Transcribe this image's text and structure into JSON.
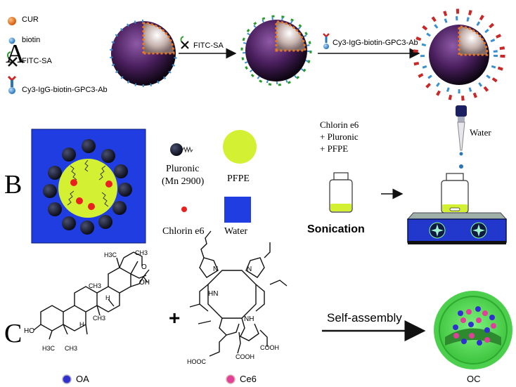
{
  "panel_a": {
    "letter": "A",
    "legend": {
      "cur": "CUR",
      "biotin": "biotin",
      "fitc_sa": "FITC-SA",
      "antibody": "Cy3-IgG-biotin-GPC3-Ab"
    },
    "arrow1_label": "FITC-SA",
    "arrow2_label": "Cy3-IgG-biotin-GPC3-Ab",
    "colors": {
      "cur": "#e87722",
      "biotin": "#3a8fd0",
      "sphere": "#5a2a6e",
      "core": "#d9c7c2"
    }
  },
  "panel_b": {
    "letter": "B",
    "legend": {
      "pluronic": "Pluronic",
      "pluronic_mn": "(Mn 2900)",
      "pfpe": "PFPE",
      "chlorin": "Chlorin e6",
      "water": "Water"
    },
    "mix_label": [
      "Chlorin e6",
      "+ Pluronic",
      "+ PFPE"
    ],
    "sonication": "Sonication",
    "water_label": "Water",
    "colors": {
      "water": "#1f3de0",
      "pfpe": "#d4f033",
      "chlorin": "#e82020",
      "pluronic": "#1a1f36"
    }
  },
  "panel_c": {
    "letter": "C",
    "plus": "+",
    "arrow_label": "Self-assembly",
    "oa_label": "OA",
    "ce6_label": "Ce6",
    "oc_label": "OC",
    "chem_labels": {
      "oa_cooh": "OH",
      "oa_o": "O",
      "oa_ho": "HO",
      "oa_h3c_top": "H3C",
      "oa_ch3_top": "CH3",
      "oa_ch3_mid": "CH3",
      "oa_h_mid": "H",
      "oa_ch3_low": "CH3",
      "oa_h_low": "H",
      "oa_h3c_bottom": "H3C",
      "oa_ch3_bottom": "CH3",
      "ce6_n1": "N",
      "ce6_n2": "N",
      "ce6_nh1": "NH",
      "ce6_hn": "HN",
      "ce6_cooh1": "COOH",
      "ce6_cooh2": "COOH",
      "ce6_hooc": "HOOC"
    },
    "colors": {
      "oa": "#3030d0",
      "ce6": "#e0409a",
      "oc_outer": "#4ccf4c",
      "oc_inner": "#2ea82e"
    }
  }
}
